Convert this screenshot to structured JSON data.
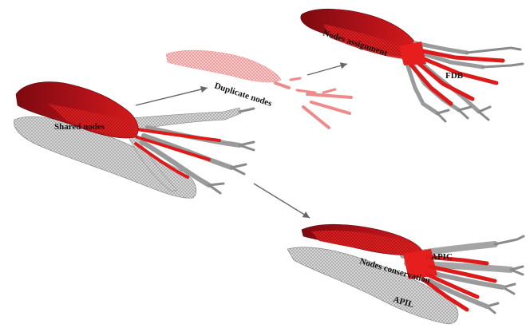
{
  "labels": {
    "shared_nodes": "Shared nodes",
    "duplicate_nodes": "Duplicate nodes",
    "nodes_assignment": "Nodes assignment",
    "fdb": "FDB",
    "nodes_conservation": "Nodes conservation",
    "apic": "APIC",
    "apil": "APIL"
  },
  "colors": {
    "mesh_grey": "#b9b9b9",
    "mesh_red": "#d81818",
    "mesh_dark_red": "#8e0f14",
    "mesh_pink": "#f08a8a",
    "arrow": "#666666"
  }
}
